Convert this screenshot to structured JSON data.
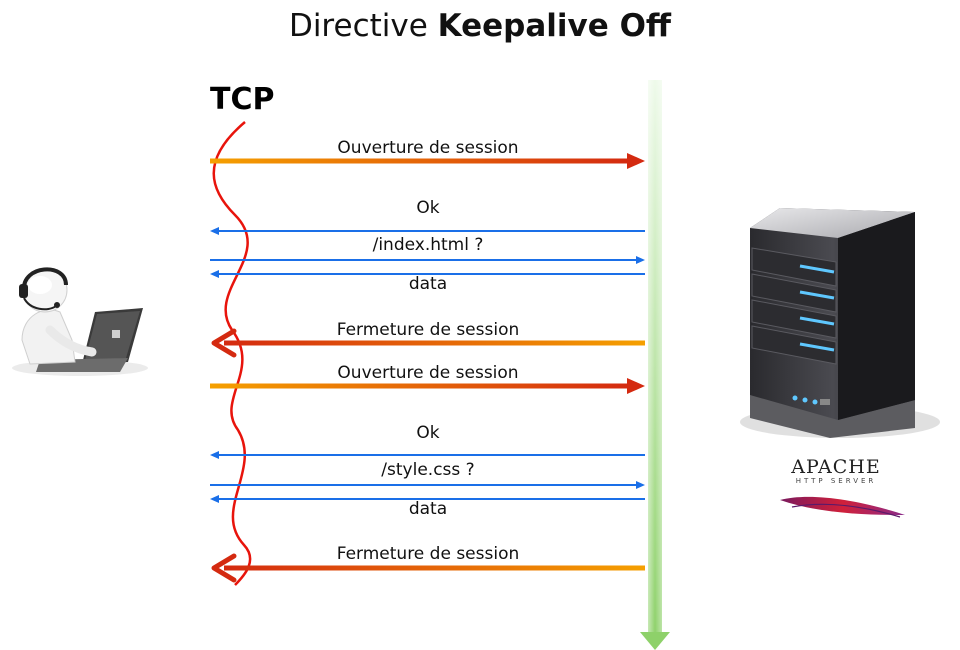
{
  "title": {
    "prefix": "Directive ",
    "emphasis": "Keepalive Off"
  },
  "protocol_label": "TCP",
  "messages": [
    {
      "label": "Ouverture de session",
      "direction": "to-server",
      "style": "thick"
    },
    {
      "label": "Ok",
      "direction": "to-client",
      "style": "thin"
    },
    {
      "label": "/index.html ?",
      "direction": "to-server",
      "style": "thin"
    },
    {
      "label": "data",
      "direction": "to-client",
      "style": "thin"
    },
    {
      "label": "Fermeture de session",
      "direction": "to-client",
      "style": "thick"
    },
    {
      "label": "Ouverture de session",
      "direction": "to-server",
      "style": "thick"
    },
    {
      "label": "Ok",
      "direction": "to-client",
      "style": "thin"
    },
    {
      "label": "/style.css ?",
      "direction": "to-server",
      "style": "thin"
    },
    {
      "label": "data",
      "direction": "to-client",
      "style": "thin"
    },
    {
      "label": "Fermeture de session",
      "direction": "to-client",
      "style": "thick"
    }
  ],
  "server_logo": {
    "name": "APACHE",
    "subtitle": "HTTP SERVER",
    "icon": "apache-feather-icon"
  },
  "icons": {
    "client": "user-laptop-icon",
    "server": "server-tower-icon"
  },
  "colors": {
    "thin_arrow": "#1a6fe8",
    "thick_arrow_start": "#f5a000",
    "thick_arrow_end": "#d42a10",
    "timeline": "#8ed16a",
    "tcp_wave": "#e8140c"
  }
}
